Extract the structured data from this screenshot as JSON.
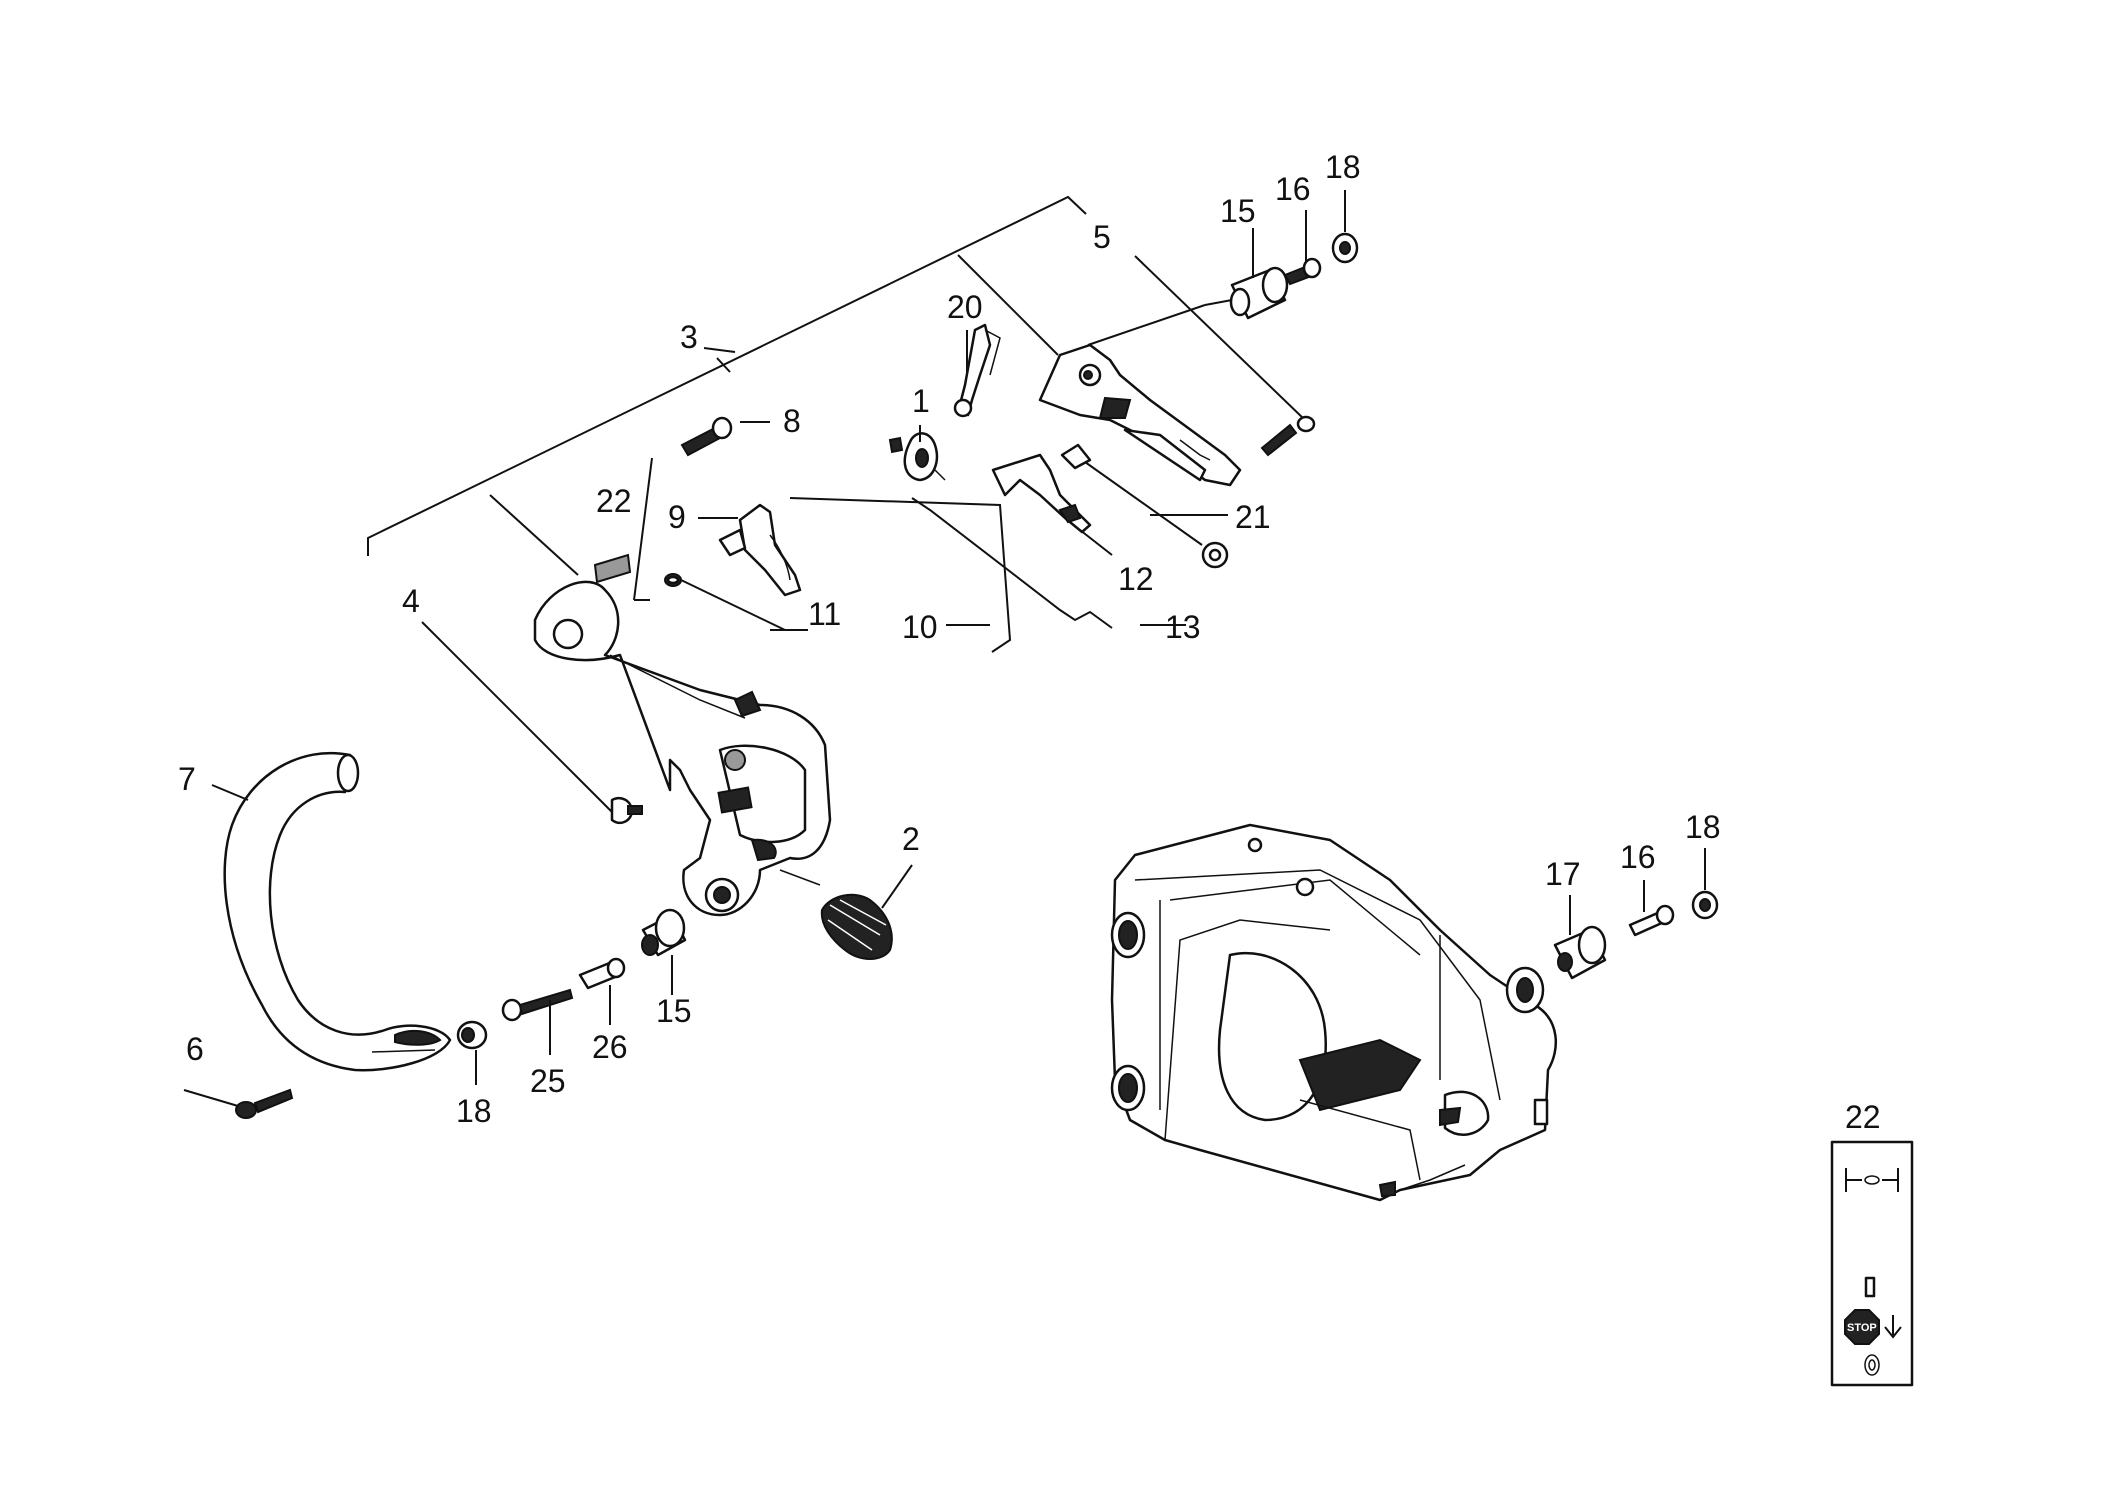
{
  "labels": {
    "l1": "1",
    "l2": "2",
    "l3": "3",
    "l4": "4",
    "l5": "5",
    "l6": "6",
    "l7": "7",
    "l8": "8",
    "l9": "9",
    "l10": "10",
    "l11": "11",
    "l12": "12",
    "l13": "13",
    "l15a": "15",
    "l15b": "15",
    "l16a": "16",
    "l16b": "16",
    "l17": "17",
    "l18a": "18",
    "l18b": "18",
    "l18c": "18",
    "l20": "20",
    "l21": "21",
    "l22a": "22",
    "l22b": "22",
    "l25": "25",
    "l26": "26"
  },
  "decal": {
    "stop_text": "STOP"
  }
}
